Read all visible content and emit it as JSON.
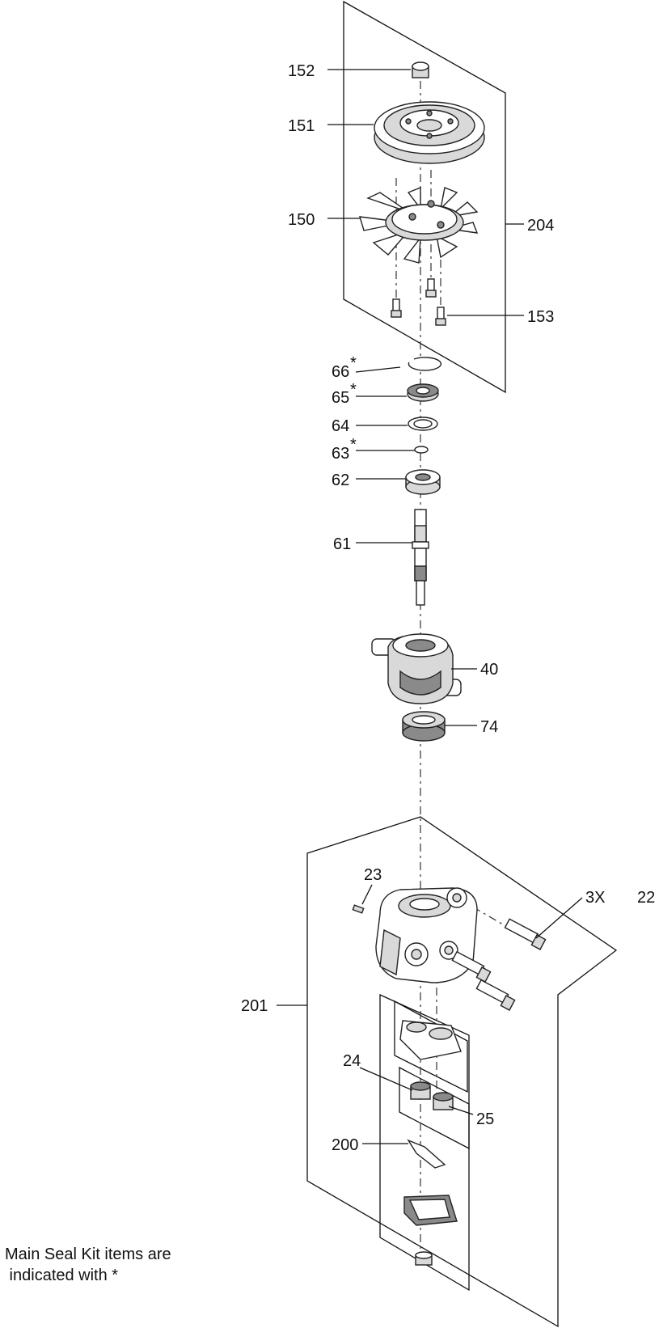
{
  "callouts": {
    "c152": "152",
    "c151": "151",
    "c150": "150",
    "c204": "204",
    "c153": "153",
    "c66": "66",
    "c65": "65",
    "c64": "64",
    "c63": "63",
    "c62": "62",
    "c61": "61",
    "c40": "40",
    "c74": "74",
    "c23": "23",
    "c3x": "3X",
    "c22": "22",
    "c201": "201",
    "c24": "24",
    "c25": "25",
    "c200": "200"
  },
  "asterisk": "*",
  "note": {
    "line1": "Main Seal Kit items are",
    "line2": " indicated with *"
  }
}
